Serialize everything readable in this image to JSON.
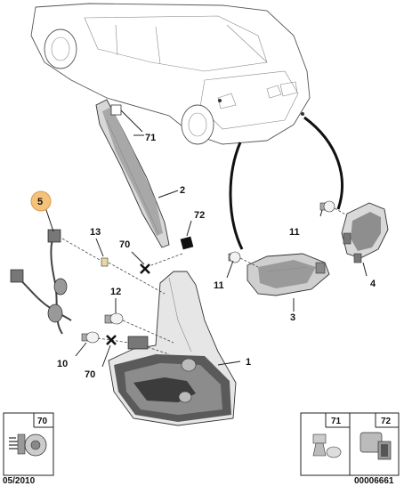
{
  "callouts": {
    "p1": "1",
    "p2": "2",
    "p3": "3",
    "p4": "4",
    "p5": "5",
    "p10": "10",
    "p11_left": "11",
    "p11_right": "11",
    "p12": "12",
    "p13": "13",
    "p70_top": "70",
    "p70_bottom": "70",
    "p71": "71",
    "p72": "72"
  },
  "legend": {
    "box70": "70",
    "box71": "71",
    "box72": "72"
  },
  "footer": {
    "date": "05/2010",
    "ref": "00006661"
  },
  "colors": {
    "highlight_callout": "#f4c27a",
    "lens_dark": "#4a4a4a",
    "lens_mid": "#8a8a8a",
    "lens_light": "#cfcfcf"
  }
}
